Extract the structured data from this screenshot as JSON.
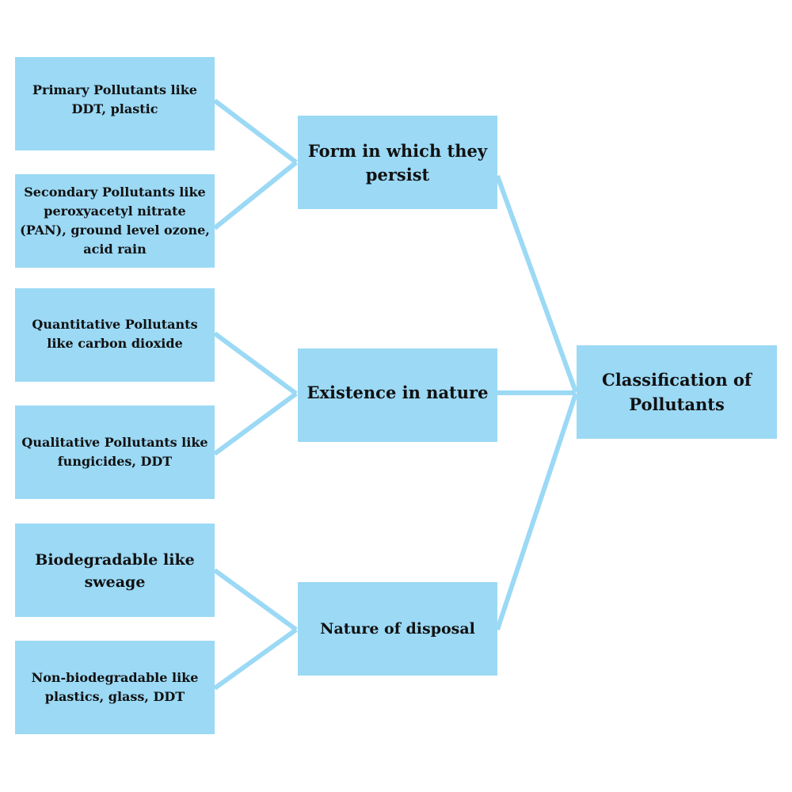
{
  "diagram": {
    "root": {
      "label": "Classification of Pollutants"
    },
    "categories": [
      {
        "label": "Form in which they persist",
        "children": [
          {
            "label": "Primary Pollutants like DDT, plastic"
          },
          {
            "label": "Secondary Pollutants like peroxyacetyl nitrate (PAN), ground level ozone, acid rain"
          }
        ]
      },
      {
        "label": "Existence in nature",
        "children": [
          {
            "label": "Quantitative Pollutants like carbon dioxide"
          },
          {
            "label": "Qualitative Pollutants like fungicides, DDT"
          }
        ]
      },
      {
        "label": "Nature of disposal",
        "children": [
          {
            "label": "Biodegradable like sweage"
          },
          {
            "label": "Non-biodegradable like plastics, glass, DDT"
          }
        ]
      }
    ],
    "colors": {
      "box_fill": "#9bd9f5",
      "connector": "#9bd9f5",
      "text": "#111111"
    }
  }
}
